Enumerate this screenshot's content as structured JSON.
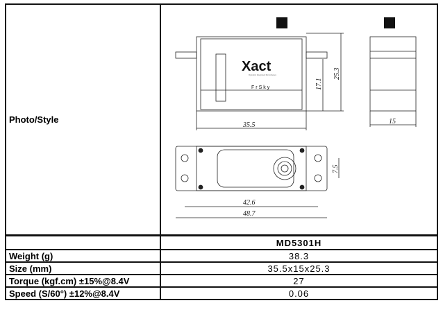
{
  "table": {
    "photo_label": "Photo/Style",
    "model": "MD5301H",
    "rows": [
      {
        "label": "Weight (g)",
        "value": "38.3"
      },
      {
        "label": "Size (mm)",
        "value": "35.5x15x25.3"
      },
      {
        "label": "Torque (kgf.cm) ±15%@8.4V",
        "value": "27"
      },
      {
        "label": "Speed (S/60°) ±12%@8.4V",
        "value": "0.06"
      }
    ]
  },
  "drawing": {
    "brand_logo": "Xact",
    "tagline": "Dynamic Integrated Performance",
    "maker_logo": "FrSky",
    "dims": {
      "length": "35.5",
      "height_total": "25.3",
      "height_body": "17.1",
      "width": "15",
      "hole_spacing": "7.5",
      "hole_pitch": "42.6",
      "overall_length": "48.7"
    }
  }
}
